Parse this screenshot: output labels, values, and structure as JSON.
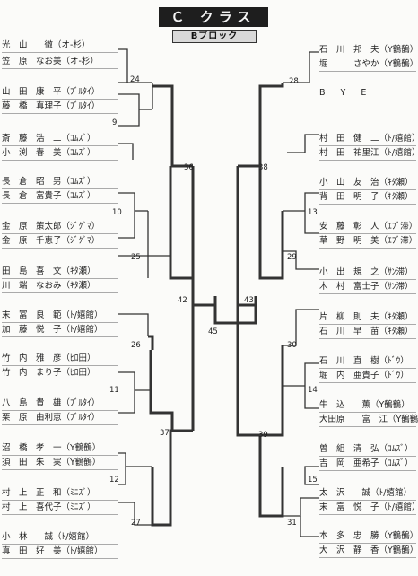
{
  "header": {
    "title": "Ｃ クラス",
    "block": "Bブロック"
  },
  "left_players": [
    "光　山　　徹（オ-杉）",
    "笠　原　なお美（オ-杉）",
    "山　田　康　平（ﾌﾞﾙﾀｲ）",
    "藤　橋　真理子（ﾌﾞﾙﾀｲ）",
    "斎　藤　浩　二（ｺﾑｽﾞ）",
    "小　渕　春　美（ｺﾑｽﾞ）",
    "長　倉　昭　男（ｺﾑｽﾞ）",
    "長　倉　富貴子（ｺﾑｽﾞ）",
    "金　原　策太郎（ｼﾞｸﾞﾏ）",
    "金　原　千恵子（ｼﾞｸﾞﾏ）",
    "田　島　喜　文（ｷﾀ瀬）",
    "川　端　なおみ（ｷﾀ瀬）",
    "末　冨　良　範（ﾄ/嬉館）",
    "加　藤　悦　子（ﾄ/嬉館）",
    "竹　内　雅　彦（ﾋﾛ田）",
    "竹　内　まり子（ﾋﾛ田）",
    "八　島　貴　雄（ﾌﾞﾙﾀｲ）",
    "栗　原　由利恵（ﾌﾞﾙﾀｲ）",
    "沼　橋　孝　一（Y鶴鶴）",
    "須　田　朱　実（Y鶴鶴）",
    "村　上　正　和（ﾐﾆｽﾞ）",
    "村　上　喜代子（ﾐﾆｽﾞ）",
    "小　林　　誠（ﾄ/嬉館）",
    "真　田　好　美（ﾄ/嬉館）"
  ],
  "right_players": [
    "石　川　邦　夫（Y鶴鶴）",
    "堀　　　さやか（Y鶴鶴）",
    "B Y E",
    "村　田　健　二（ﾄ/嬉館）",
    "村　田　祐里江（ﾄ/嬉館）",
    "小　山　友　治（ｷﾀ瀬）",
    "背　田　明　子（ｷﾀ瀬）",
    "安　藤　彰　人（ｴﾌﾞ滞）",
    "草　野　明　美（ｴﾌﾞ滞）",
    "小　出　規　之（ｻﾝ滞）",
    "木　村　富士子（ｻﾝ滞）",
    "片　柳　則　夫（ｷﾀ瀬）",
    "石　川　早　苗（ｷﾀ瀬）",
    "石　川　直　樹（ﾄﾞｳ）",
    "堀　内　亜貴子（ﾄﾞｳ）",
    "牛　込　　薫（Y鶴鶴）",
    "大田原　　富　江（Y鶴鶴）",
    "曽　組　清　弘（ｺﾑｽﾞ）",
    "吉　岡　亜希子（ｺﾑｽﾞ）",
    "太　沢　　誠（ﾄ/嬉館）",
    "末　富　悦　子（ﾄ/嬉館）",
    "本　多　忠　勝（Y鶴鶴）",
    "大　沢　静　香（Y鶴鶴）"
  ],
  "match_numbers": {
    "m24": "24",
    "m9": "9",
    "m36": "36",
    "m10": "10",
    "m25": "25",
    "m42": "42",
    "m26": "26",
    "m11": "11",
    "m37": "37",
    "m12": "12",
    "m27": "27",
    "m45": "45",
    "m28": "28",
    "m38": "38",
    "m13": "13",
    "m29": "29",
    "m43": "43",
    "m30": "30",
    "m14": "14",
    "m39": "39",
    "m15": "15",
    "m31": "31"
  }
}
